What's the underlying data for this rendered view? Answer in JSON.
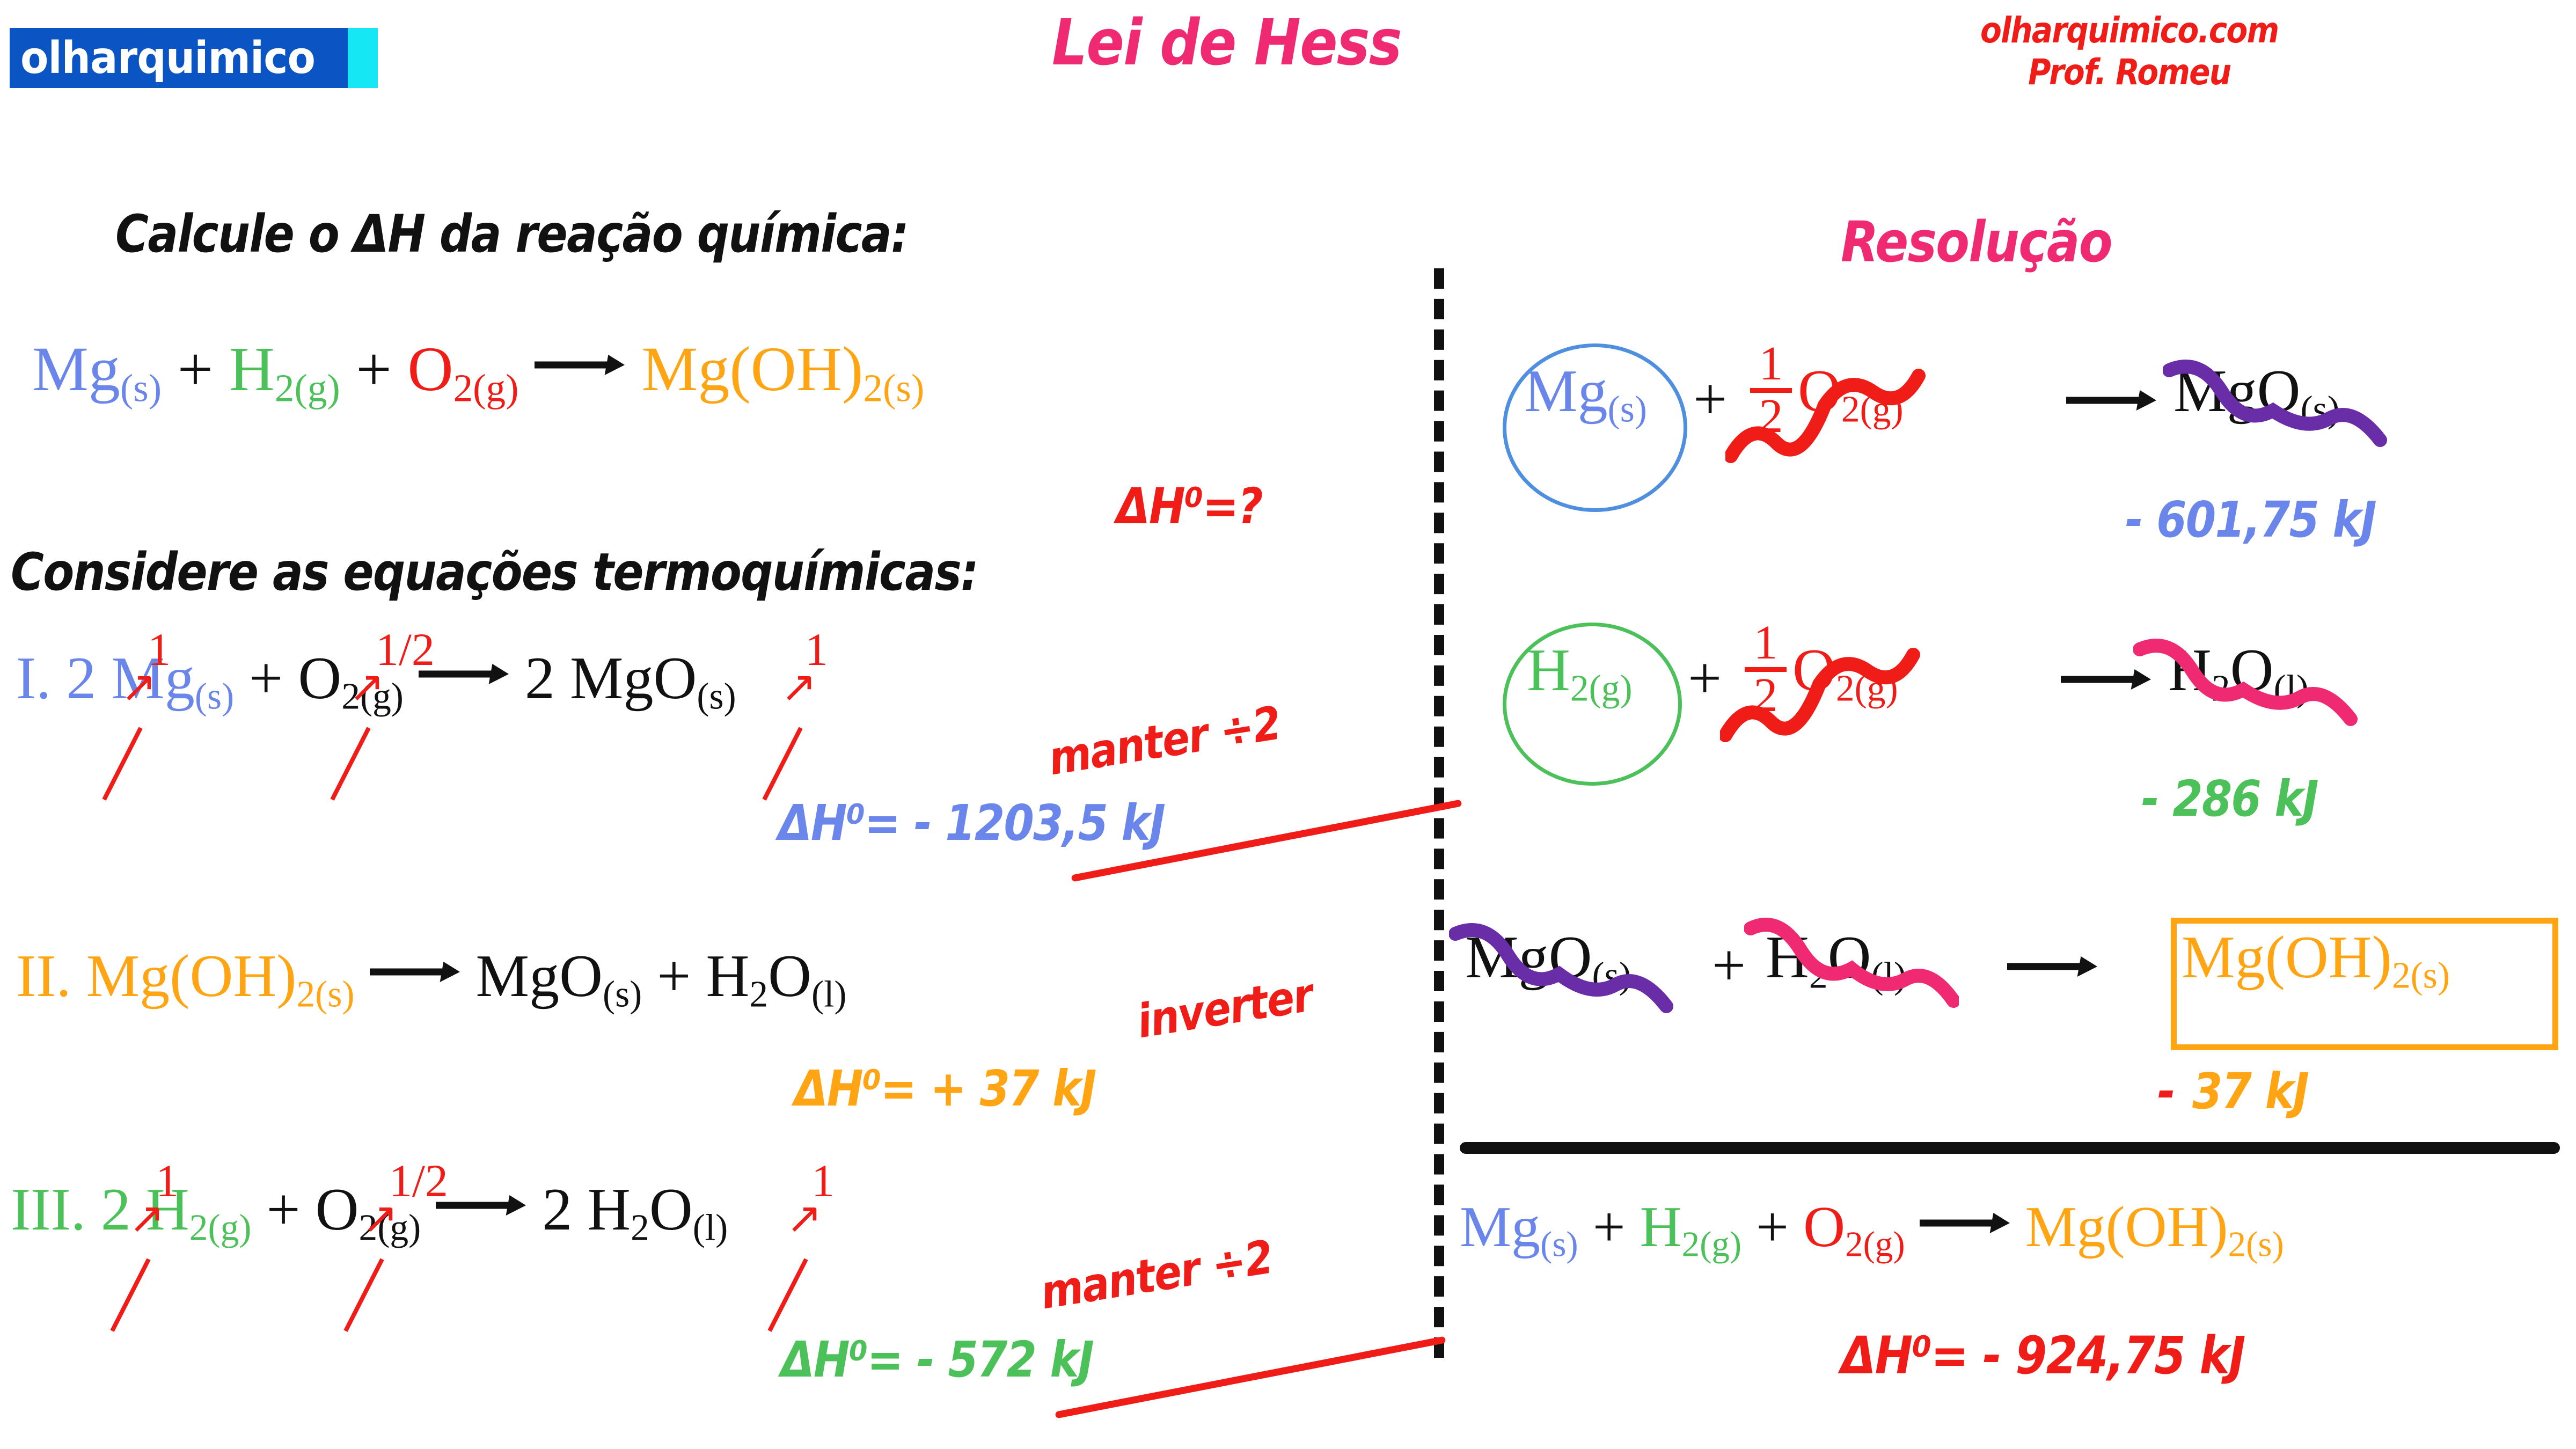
{
  "brand": {
    "logo_text": "olharquimico",
    "accent_color": "#16e7f5",
    "logo_bg": "#0b54c4"
  },
  "header": {
    "title": "Lei de Hess",
    "title_color": "#ef2a72",
    "credit_site": "olharquimico.com",
    "credit_author": "Prof. Romeu",
    "credit_color": "#ef1c18"
  },
  "left_panel": {
    "prompt_1": "Calcule o ΔH da reação química:",
    "prompt_2": "Considere as equações termoquímicas:",
    "target_equation": {
      "r1": "Mg",
      "r1_state": "(s)",
      "plus1": "+",
      "r2": "H",
      "r2_sub": "2",
      "r2_state": "(g)",
      "plus2": "+",
      "r3": "O",
      "r3_sub": "2",
      "r3_state": "(g)",
      "product": "Mg(OH)",
      "product_sub": "2",
      "product_state": "(s)",
      "enthalpy": "ΔH⁰=?"
    },
    "equations": [
      {
        "label": "I.",
        "coef_reactant": "2",
        "coef_new": "1",
        "reactant": "Mg",
        "reactant_state": "(s)",
        "plus": "+",
        "oxygen": "O",
        "oxygen_sub": "2",
        "oxygen_state": "(g)",
        "oxygen_coef_new": "1/2",
        "coef_product": "2",
        "coef_product_new": "1",
        "product": "MgO",
        "product_state": "(s)",
        "note": "manter ÷2",
        "enthalpy": "ΔH⁰= - 1203,5 kJ",
        "enthalpy_color": "#6b86ea",
        "struck": true
      },
      {
        "label": "II.",
        "reactant": "Mg(OH)",
        "reactant_sub": "2",
        "reactant_state": "(s)",
        "product1": "MgO",
        "product1_state": "(s)",
        "plus": "+",
        "product2": "H",
        "product2_sub": "2",
        "product2_tail": "O",
        "product2_state": "(l)",
        "note": "inverter",
        "enthalpy": "ΔH⁰= + 37 kJ",
        "enthalpy_color": "#ffa413",
        "struck": false
      },
      {
        "label": "III.",
        "coef_reactant": "2",
        "coef_new": "1",
        "reactant": "H",
        "reactant_sub": "2",
        "reactant_state": "(g)",
        "plus": "+",
        "oxygen": "O",
        "oxygen_sub": "2",
        "oxygen_state": "(g)",
        "oxygen_coef_new": "1/2",
        "coef_product": "2",
        "coef_product_new": "1",
        "product": "H",
        "product_sub": "2",
        "product_tail": "O",
        "product_state": "(l)",
        "note": "manter ÷2",
        "enthalpy": "ΔH⁰= - 572 kJ",
        "enthalpy_color": "#4cc15a",
        "struck": true
      }
    ]
  },
  "right_panel": {
    "heading": "Resolução",
    "heading_color": "#ef2a72",
    "steps": [
      {
        "reactant": "Mg",
        "reactant_state": "(s)",
        "reactant_color": "#6b86ea",
        "circled": true,
        "circle_color": "#4f8fe0",
        "plus": "+",
        "frac_num": "1",
        "frac_den": "2",
        "oxygen": "O",
        "oxygen_sub": "2",
        "oxygen_state": "(g)",
        "oxygen_color": "#ef1c18",
        "oxygen_cancelled": true,
        "product": "MgO",
        "product_state": "(s)",
        "product_color": "#111111",
        "product_cancelled": true,
        "cancel_color": "#6a2da8",
        "value": "- 601,75 kJ",
        "value_color": "#6b86ea"
      },
      {
        "reactant": "H",
        "reactant_sub": "2",
        "reactant_state": "(g)",
        "reactant_color": "#4cc15a",
        "circled": true,
        "circle_color": "#4cc15a",
        "plus": "+",
        "frac_num": "1",
        "frac_den": "2",
        "oxygen": "O",
        "oxygen_sub": "2",
        "oxygen_state": "(g)",
        "oxygen_color": "#ef1c18",
        "oxygen_cancelled": true,
        "product": "H",
        "product_sub": "2",
        "product_tail": "O",
        "product_state": "(l)",
        "product_color": "#111111",
        "product_cancelled": true,
        "cancel_color": "#ef2a72",
        "value": "- 286 kJ",
        "value_color": "#4cc15a"
      },
      {
        "reactant": "MgO",
        "reactant_state": "(s)",
        "reactant_color": "#111111",
        "reactant_cancelled": true,
        "reactant_cancel_color": "#6a2da8",
        "plus": "+",
        "second": "H",
        "second_sub": "2",
        "second_tail": "O",
        "second_state": "(l)",
        "second_color": "#111111",
        "second_cancelled": true,
        "second_cancel_color": "#ef2a72",
        "product": "Mg(OH)",
        "product_sub": "2",
        "product_state": "(s)",
        "product_color": "#ffa413",
        "boxed": true,
        "value_minus": "-",
        "value_minus_color": "#ef1c18",
        "value": "37 kJ",
        "value_color": "#ffa413"
      }
    ],
    "final": {
      "r1": "Mg",
      "r1_state": "(s)",
      "r1_color": "#6b86ea",
      "plus1": "+",
      "r2": "H",
      "r2_sub": "2",
      "r2_state": "(g)",
      "r2_color": "#4cc15a",
      "plus2": "+",
      "r3": "O",
      "r3_sub": "2",
      "r3_state": "(g)",
      "r3_color": "#ef1c18",
      "product": "Mg(OH)",
      "product_sub": "2",
      "product_state": "(s)",
      "product_color": "#ffa413",
      "enthalpy": "ΔH⁰= - 924,75 kJ",
      "enthalpy_color": "#ef1c18"
    }
  }
}
